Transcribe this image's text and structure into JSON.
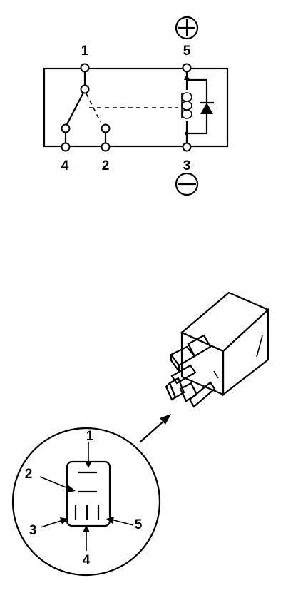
{
  "schematic": {
    "terminals": {
      "t1": "1",
      "t5": "5",
      "t4": "4",
      "t2": "2",
      "t3": "3"
    },
    "polarity": {
      "positive": "+",
      "negative": "−"
    }
  },
  "connector_view": {
    "pins": {
      "p1": "1",
      "p2": "2",
      "p3": "3",
      "p4": "4",
      "p5": "5"
    }
  },
  "colors": {
    "ink": "#000000",
    "paper": "#ffffff"
  },
  "icons": [
    "plus-circle-icon",
    "minus-circle-icon",
    "diode-icon",
    "coil-icon",
    "pointer-arrow-icon"
  ]
}
